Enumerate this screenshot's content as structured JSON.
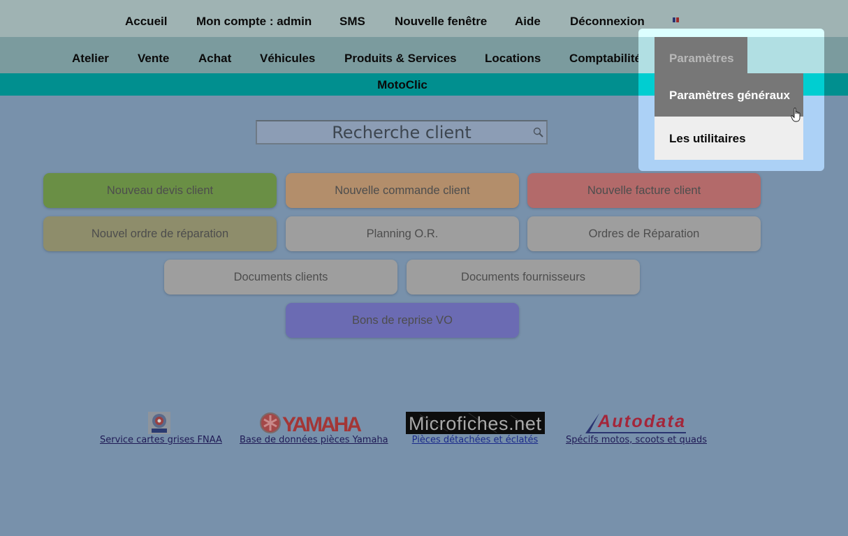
{
  "top_nav": {
    "items": [
      {
        "label": "Accueil"
      },
      {
        "label": "Mon compte : admin"
      },
      {
        "label": "SMS"
      },
      {
        "label": "Nouvelle fenêtre"
      },
      {
        "label": "Aide"
      },
      {
        "label": "Déconnexion"
      }
    ],
    "language_icon": "flag-fr-icon"
  },
  "main_nav": {
    "items": [
      {
        "label": "Atelier"
      },
      {
        "label": "Vente"
      },
      {
        "label": "Achat"
      },
      {
        "label": "Véhicules"
      },
      {
        "label": "Produits & Services"
      },
      {
        "label": "Locations"
      },
      {
        "label": "Comptabilité"
      },
      {
        "label": "Paramètres",
        "active": true
      }
    ]
  },
  "dropdown": {
    "parent": "Paramètres",
    "items": [
      {
        "label": "Paramètres généraux",
        "hovered": true
      },
      {
        "label": "Les utilitaires"
      }
    ]
  },
  "app": {
    "title": "MotoClic"
  },
  "search": {
    "placeholder": "Recherche client",
    "value": "",
    "icon": "search-icon"
  },
  "tiles": [
    {
      "label": "Nouveau devis client",
      "color": "#6a8f45"
    },
    {
      "label": "Nouvelle commande client",
      "color": "#b38e6b"
    },
    {
      "label": "Nouvelle facture client",
      "color": "#b36a6a"
    },
    {
      "label": "Nouvel ordre de réparation",
      "color": "#8e8d6b"
    },
    {
      "label": "Planning O.R.",
      "color": "#9e9e9e"
    },
    {
      "label": "Ordres de Réparation",
      "color": "#9e9e9e"
    },
    {
      "label": "Documents clients",
      "color": "#9e9e9e"
    },
    {
      "label": "Documents fournisseurs",
      "color": "#9e9e9e"
    },
    {
      "label": "Bons de reprise VO",
      "color": "#6b6bb3"
    }
  ],
  "external_links": [
    {
      "label": "Service cartes grises FNAA",
      "logo": "FNAA"
    },
    {
      "label": "Base de données pièces Yamaha",
      "logo": "YAMAHA"
    },
    {
      "label": "Pièces détachées et éclatés",
      "logo": "Microfiches.net"
    },
    {
      "label": "Spécifs motos, scoots et quads",
      "logo": "Autodata"
    }
  ]
}
